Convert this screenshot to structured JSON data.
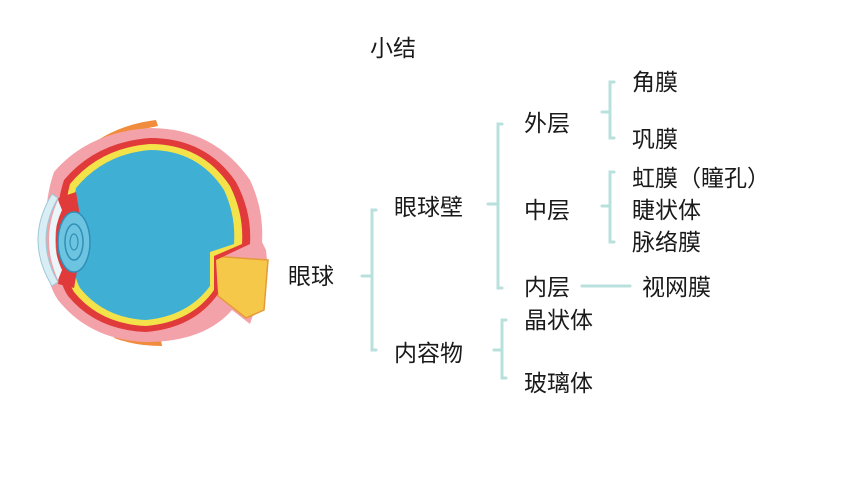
{
  "title": "小结",
  "root": "眼球",
  "wall": {
    "label": "眼球壁",
    "outer": {
      "label": "外层",
      "items": [
        "角膜",
        "巩膜"
      ]
    },
    "middle": {
      "label": "中层",
      "items": [
        "虹膜（瞳孔）",
        "睫状体",
        "脉络膜"
      ]
    },
    "inner": {
      "label": "内层",
      "items": [
        "视网膜"
      ]
    }
  },
  "contents": {
    "label": "内容物",
    "items": [
      "晶状体",
      "玻璃体"
    ]
  },
  "colors": {
    "bracket": "#b8e0dc",
    "sclera": "#f2a0a8",
    "choroid": "#e03a3a",
    "retina": "#f4e24a",
    "vitreous": "#3fb0d4",
    "muscle": "#f08c3c"
  }
}
